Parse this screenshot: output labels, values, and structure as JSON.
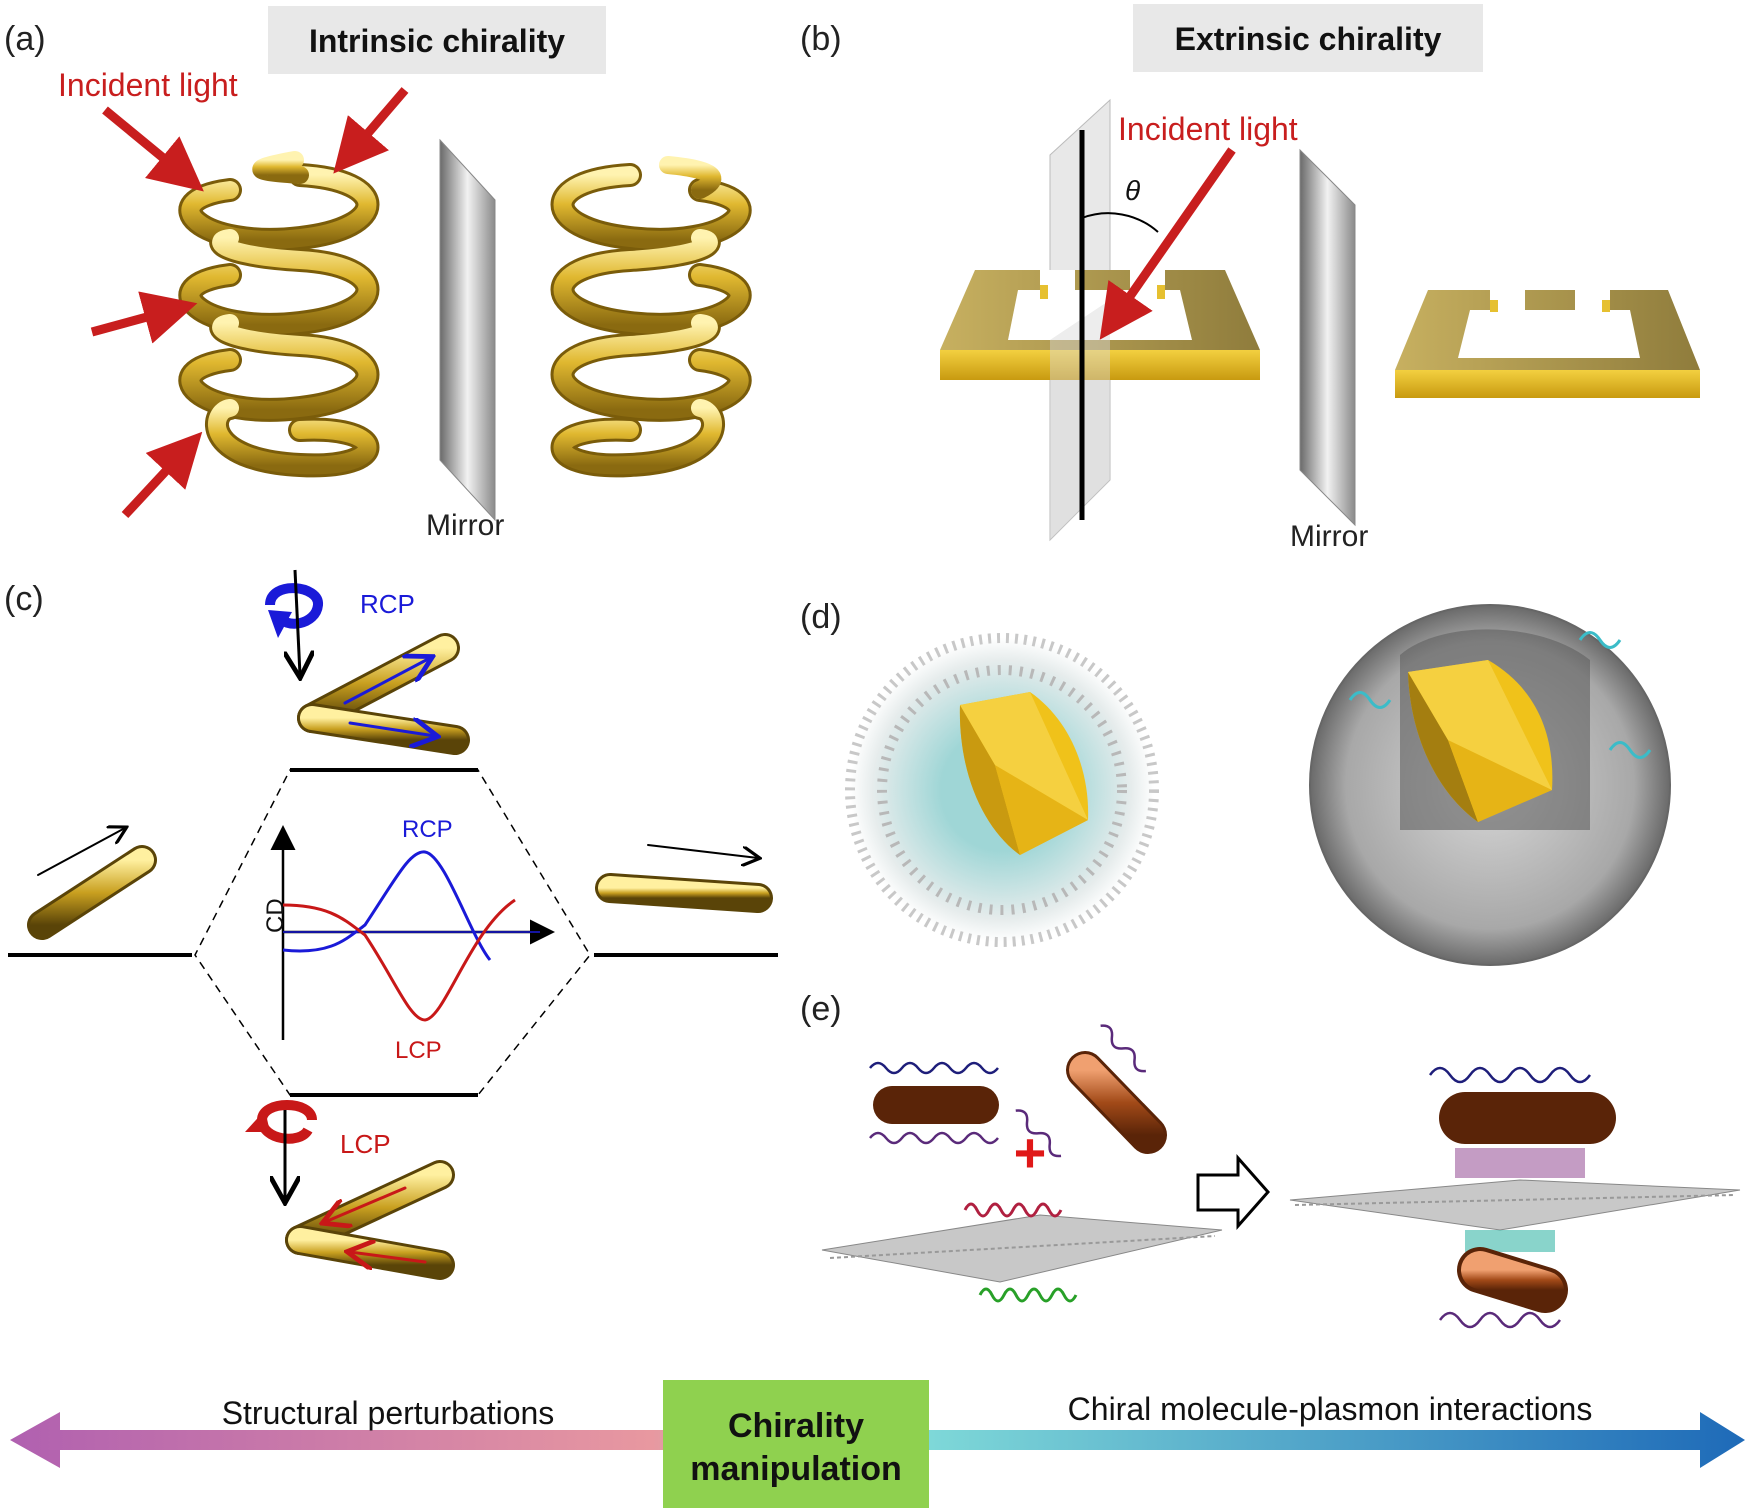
{
  "panels": {
    "a": {
      "letter": "(a)",
      "title": "Intrinsic chirality",
      "incident_label": "Incident light",
      "mirror_label": "Mirror"
    },
    "b": {
      "letter": "(b)",
      "title": "Extrinsic chirality",
      "incident_label": "Incident light",
      "angle_label": "θ",
      "mirror_label": "Mirror"
    },
    "c": {
      "letter": "(c)",
      "rcp_label": "RCP",
      "lcp_label": "LCP",
      "graph_rcp": "RCP",
      "graph_lcp": "LCP",
      "graph_ylabel": "CD"
    },
    "d": {
      "letter": "(d)"
    },
    "e": {
      "letter": "(e)",
      "plus": "+"
    }
  },
  "bottom": {
    "left_text": "Structural perturbations",
    "center_line1": "Chirality",
    "center_line2": "manipulation",
    "right_text": "Chiral molecule-plasmon interactions"
  },
  "colors": {
    "gold": "#d8b02a",
    "red_arrow": "#c81e1e",
    "rcp_blue": "#1a1ad8",
    "lcp_red": "#c81818",
    "title_box": "#e8e8e8",
    "center_box": "#8fd14f",
    "arrow_left": "#b060b0",
    "arrow_right": "#1e6ab8",
    "rod_brown": "#a0501e"
  }
}
